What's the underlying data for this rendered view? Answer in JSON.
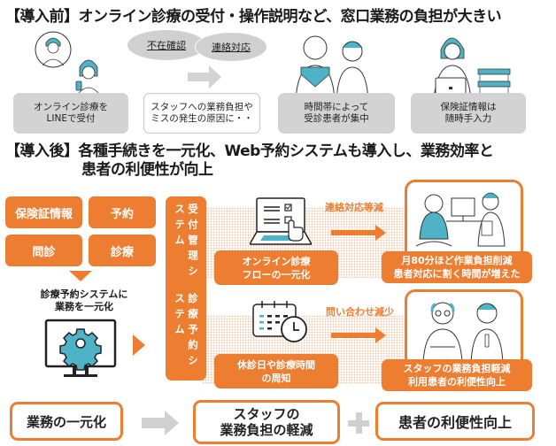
{
  "colors": {
    "accent": "#ed7d31",
    "grey": "#d3d3d3",
    "teal": "#4fb3c8",
    "arrow_grey": "#d0d0d0"
  },
  "before": {
    "title": "【導入前】オンライン診療の受付・操作説明など、窓口業務の負担が大きい",
    "ellipses": [
      "不在確認",
      "連絡対応"
    ],
    "boxes": [
      {
        "line1": "オンライン診療を",
        "line2": "LINEで受付",
        "icon": "doctor-patient-phone-icon"
      },
      {
        "line1": "スタッフへの業務負担や",
        "line2": "ミスの発生の原因に・・",
        "icon": "arrow-right-icon"
      },
      {
        "line1": "時間帯によって",
        "line2": "受診患者が集中",
        "icon": "waiting-patients-icon"
      },
      {
        "line1": "保険証情報は",
        "line2": "随時手入力",
        "icon": "staff-laptop-icon"
      }
    ]
  },
  "after": {
    "title_line1": "【導入後】各種手続きを一元化、Web予約システムも導入し、業務効率と",
    "title_line2": "患者の利便性が向上",
    "tiles": [
      "保険証情報",
      "予約",
      "問診",
      "診療"
    ],
    "unify_line1": "診療予約システムに",
    "unify_line2": "業務を一元化",
    "vertical_right": "受付管理システム",
    "vertical_left": "診療予約システム",
    "flows": [
      {
        "label_line1": "オンライン診療",
        "label_line2": "フローの一元化",
        "effect": "連絡対応等減",
        "result_line1": "月80分ほど作業負担削減",
        "result_line2": "患者対応に割く時間が増えた"
      },
      {
        "label_line1": "休診日や診療時間",
        "label_line2": "の周知",
        "effect": "問い合わせ減少",
        "result_line1": "スタッフの業務負担軽減",
        "result_line2": "利用患者の利便性向上"
      }
    ]
  },
  "summary": {
    "box1": "業務の一元化",
    "box2_line1": "スタッフの",
    "box2_line2": "業務負担の軽減",
    "box3": "患者の利便性向上",
    "plus": "+"
  }
}
